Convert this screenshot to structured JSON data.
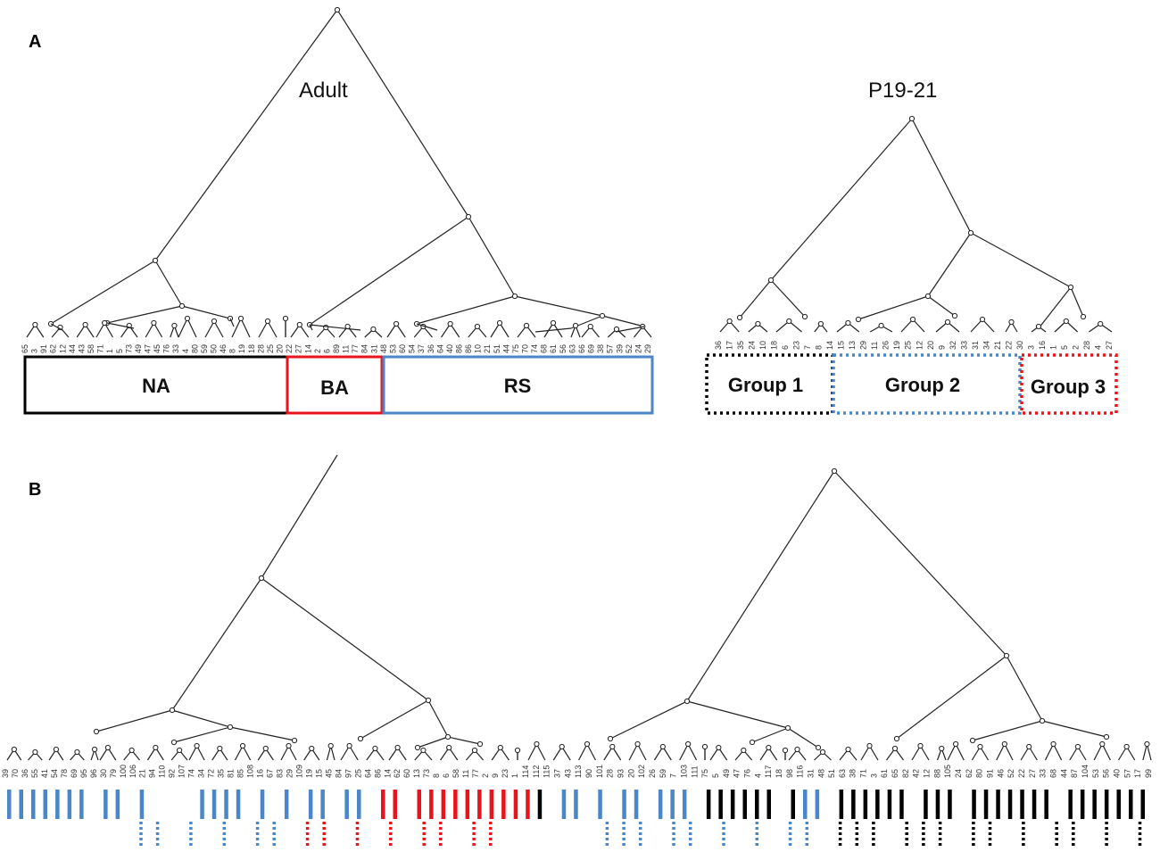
{
  "colors": {
    "na": "#000000",
    "ba": "#e8141b",
    "rs": "#4a86c8",
    "line": "#222222"
  },
  "panel_a": {
    "label": "A",
    "adult": {
      "title": "Adult",
      "leaves": [
        "65",
        "3",
        "91",
        "62",
        "12",
        "44",
        "43",
        "58",
        "71",
        "1",
        "5",
        "73",
        "49",
        "47",
        "45",
        "76",
        "33",
        "4",
        "80",
        "59",
        "50",
        "46",
        "8",
        "19",
        "18",
        "28",
        "25",
        "20",
        "22",
        "27",
        "14",
        "2",
        "6",
        "89",
        "11",
        "77",
        "84",
        "31",
        "48",
        "53",
        "60",
        "54",
        "37",
        "36",
        "64",
        "40",
        "86",
        "86",
        "10",
        "21",
        "51",
        "44",
        "75",
        "70",
        "74",
        "68",
        "61",
        "56",
        "63",
        "66",
        "69",
        "38",
        "57",
        "39",
        "52",
        "24",
        "29"
      ],
      "groups": [
        {
          "label": "NA",
          "color_key": "na"
        },
        {
          "label": "BA",
          "color_key": "ba"
        },
        {
          "label": "RS",
          "color_key": "rs"
        }
      ]
    },
    "juvenile": {
      "title": "P19-21",
      "leaves": [
        "36",
        "17",
        "35",
        "24",
        "10",
        "18",
        "6",
        "23",
        "7",
        "8",
        "14",
        "15",
        "13",
        "29",
        "11",
        "26",
        "19",
        "25",
        "12",
        "20",
        "9",
        "32",
        "33",
        "31",
        "34",
        "21",
        "22",
        "30",
        "3",
        "16",
        "1",
        "5",
        "2",
        "28",
        "4",
        "27"
      ],
      "groups": [
        {
          "label": "Group  1",
          "color_key": "na"
        },
        {
          "label": "Group  2",
          "color_key": "rs"
        },
        {
          "label": "Group  3",
          "color_key": "ba"
        }
      ]
    }
  },
  "panel_b": {
    "label": "B",
    "left_leaves": [
      "39",
      "70",
      "36",
      "55",
      "41",
      "54",
      "78",
      "69",
      "95",
      "96",
      "30",
      "79",
      "100",
      "106",
      "21",
      "94",
      "110",
      "92",
      "107",
      "74",
      "34",
      "72",
      "35",
      "81",
      "85",
      "108",
      "16",
      "67",
      "83",
      "29",
      "109",
      "19",
      "15",
      "45",
      "84",
      "97",
      "25",
      "64",
      "86",
      "14",
      "62",
      "60",
      "13",
      "73",
      "8",
      "6",
      "58",
      "11",
      "77",
      "2",
      "9",
      "23",
      "1"
    ],
    "right_leaves": [
      "114",
      "112",
      "115",
      "37",
      "43",
      "113",
      "90",
      "101",
      "28",
      "93",
      "20",
      "102",
      "26",
      "59",
      "7",
      "103",
      "111",
      "75",
      "5",
      "49",
      "47",
      "76",
      "4",
      "117",
      "18",
      "98",
      "116",
      "31",
      "48",
      "51",
      "63",
      "38",
      "71",
      "3",
      "61",
      "65",
      "82",
      "42",
      "12",
      "88",
      "105",
      "24",
      "62",
      "80",
      "91",
      "46",
      "52",
      "22",
      "27",
      "33",
      "68",
      "44",
      "87",
      "104",
      "53",
      "56",
      "40",
      "57",
      "17",
      "99"
    ],
    "rows": {
      "bars": "bbbbbbb-bb-b----bbbb-b-b-bb-bb-rr-rrrrrrrrrrk-bb-b-bb-bbb-kkkkkk-kbb-kkkkkk-kkk-kkkkkkk-kkkkkkk",
      "dots": "---bb-b-b-bb-rr-r-r-rr-rr------bbb-bb-b-b-bb-kkk-kkk-kk-k-kk-k-k"
    }
  }
}
